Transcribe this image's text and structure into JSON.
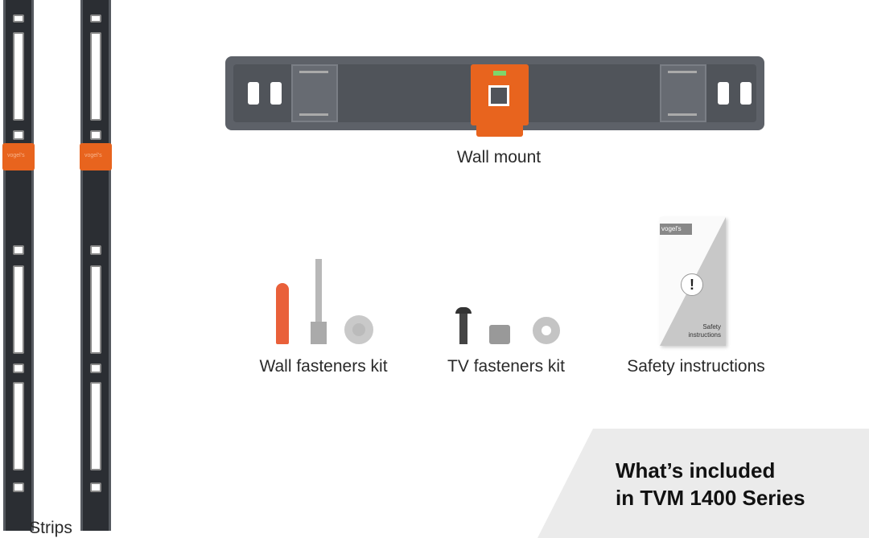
{
  "items": {
    "strips": "Strips",
    "wall_mount": "Wall mount",
    "wall_fasteners": "Wall fasteners kit",
    "tv_fasteners": "TV fasteners kit",
    "safety": "Safety instructions"
  },
  "brand": "vogel's",
  "booklet": {
    "line1": "Safety",
    "line2": "instructions",
    "icon": "exclamation-icon"
  },
  "headline": {
    "line1": "What’s included",
    "line2": "in TVM 1400 Series"
  },
  "colors": {
    "accent": "#e8641e",
    "metal": "#5d6168",
    "dark": "#2b2e33"
  }
}
